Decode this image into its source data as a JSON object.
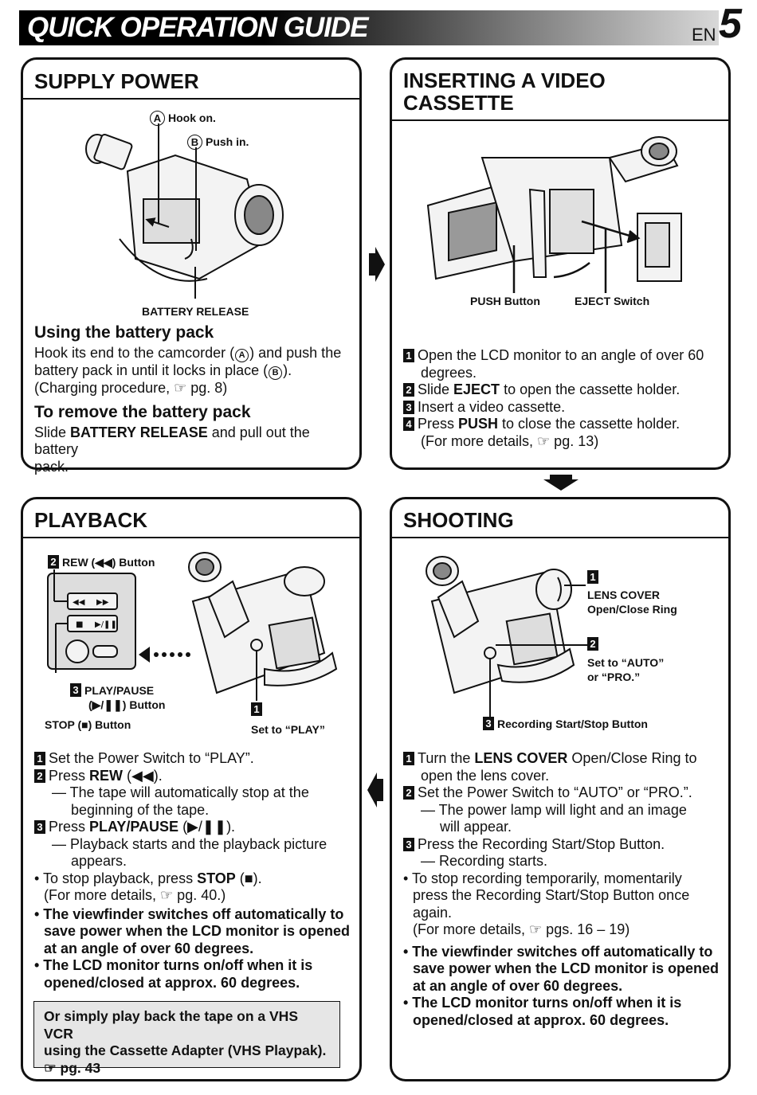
{
  "header": {
    "title": "QUICK OPERATION GUIDE",
    "lang": "EN",
    "page": "5"
  },
  "supply_power": {
    "title": "SUPPLY POWER",
    "label_a": "Hook on.",
    "label_b": "Push in.",
    "marker_a": "A",
    "marker_b": "B",
    "label_release": "BATTERY RELEASE",
    "using_title": "Using the battery pack",
    "using_l1a": "Hook its end to the camcorder (",
    "using_l1b": ") and push the",
    "using_l2a": "battery pack in until it locks in place (",
    "using_l2b": ").",
    "using_l3": "(Charging procedure, ☞ pg. 8)",
    "remove_title": "To remove the battery pack",
    "remove_l1a": "Slide ",
    "remove_l1b": "BATTERY RELEASE",
    "remove_l1c": " and pull out the battery",
    "remove_l2": "pack."
  },
  "inserting": {
    "title_l1": "INSERTING A VIDEO",
    "title_l2": "CASSETTE",
    "label_push": "PUSH Button",
    "label_eject": "EJECT Switch",
    "s1_n": "1",
    "s1a": "Open the LCD monitor to an angle of over 60",
    "s1b": "degrees.",
    "s2_n": "2",
    "s2a": "Slide ",
    "s2b": "EJECT",
    "s2c": " to open the cassette holder.",
    "s3_n": "3",
    "s3": "Insert a video cassette.",
    "s4_n": "4",
    "s4a": "Press ",
    "s4b": "PUSH",
    "s4c": " to close the cassette holder.",
    "s4d": "(For more details, ☞ pg. 13)"
  },
  "playback": {
    "title": "PLAYBACK",
    "lbl_rew_n": "2",
    "lbl_rew": "REW (◀◀) Button",
    "lbl_play_n": "3",
    "lbl_play_a": "PLAY/PAUSE",
    "lbl_play_b": "(▶/❚❚) Button",
    "lbl_stop": "STOP (■) Button",
    "lbl_set_n": "1",
    "lbl_set": "Set to “PLAY”",
    "s1_n": "1",
    "s1": "Set the Power Switch to “PLAY”.",
    "s2_n": "2",
    "s2a": "Press ",
    "s2b": "REW",
    "s2c": " (◀◀).",
    "s2d": "— The tape will automatically stop at the",
    "s2e": "beginning of the tape.",
    "s3_n": "3",
    "s3a": "Press ",
    "s3b": "PLAY/PAUSE",
    "s3c": " (▶/❚❚).",
    "s3d": "— Playback starts and the playback picture",
    "s3e": "appears.",
    "b1a": "• To stop playback, press ",
    "b1b": "STOP",
    "b1c": " (■).",
    "b1d": "(For more details, ☞ pg. 40.)",
    "b2a": "• The viewfinder switches off automatically to",
    "b2b": "save power when the LCD monitor is opened",
    "b2c": "at an angle of over 60 degrees.",
    "b3a": "• The LCD monitor turns on/off when it is",
    "b3b": "opened/closed at approx. 60 degrees.",
    "note_l1": "Or simply play back the tape on a VHS VCR",
    "note_l2": "using the Cassette Adapter (VHS Playpak).",
    "note_l3": "☞ pg. 43"
  },
  "shooting": {
    "title": "SHOOTING",
    "lbl1_n": "1",
    "lbl1a": "LENS COVER",
    "lbl1b": "Open/Close Ring",
    "lbl2_n": "2",
    "lbl2a": "Set to “AUTO”",
    "lbl2b": "or “PRO.”",
    "lbl3_n": "3",
    "lbl3": "Recording Start/Stop Button",
    "s1_n": "1",
    "s1a": "Turn the ",
    "s1b": "LENS COVER",
    "s1c": " Open/Close Ring to",
    "s1d": "open the lens cover.",
    "s2_n": "2",
    "s2a": "Set the Power Switch to “AUTO” or “PRO.”.",
    "s2b": "— The power lamp will light and an image",
    "s2c": "will appear.",
    "s3_n": "3",
    "s3a": "Press the Recording Start/Stop Button.",
    "s3b": "— Recording starts.",
    "b1a": "• To stop recording temporarily, momentarily",
    "b1b": "press the Recording Start/Stop Button once",
    "b1c": "again.",
    "b1d": "(For more details, ☞ pgs. 16 – 19)",
    "b2a": "• The viewfinder switches off automatically to",
    "b2b": "save power when the LCD monitor is opened",
    "b2c": "at an angle of over 60 degrees.",
    "b3a": "• The LCD monitor turns on/off when it is",
    "b3b": "opened/closed at approx. 60 degrees."
  }
}
